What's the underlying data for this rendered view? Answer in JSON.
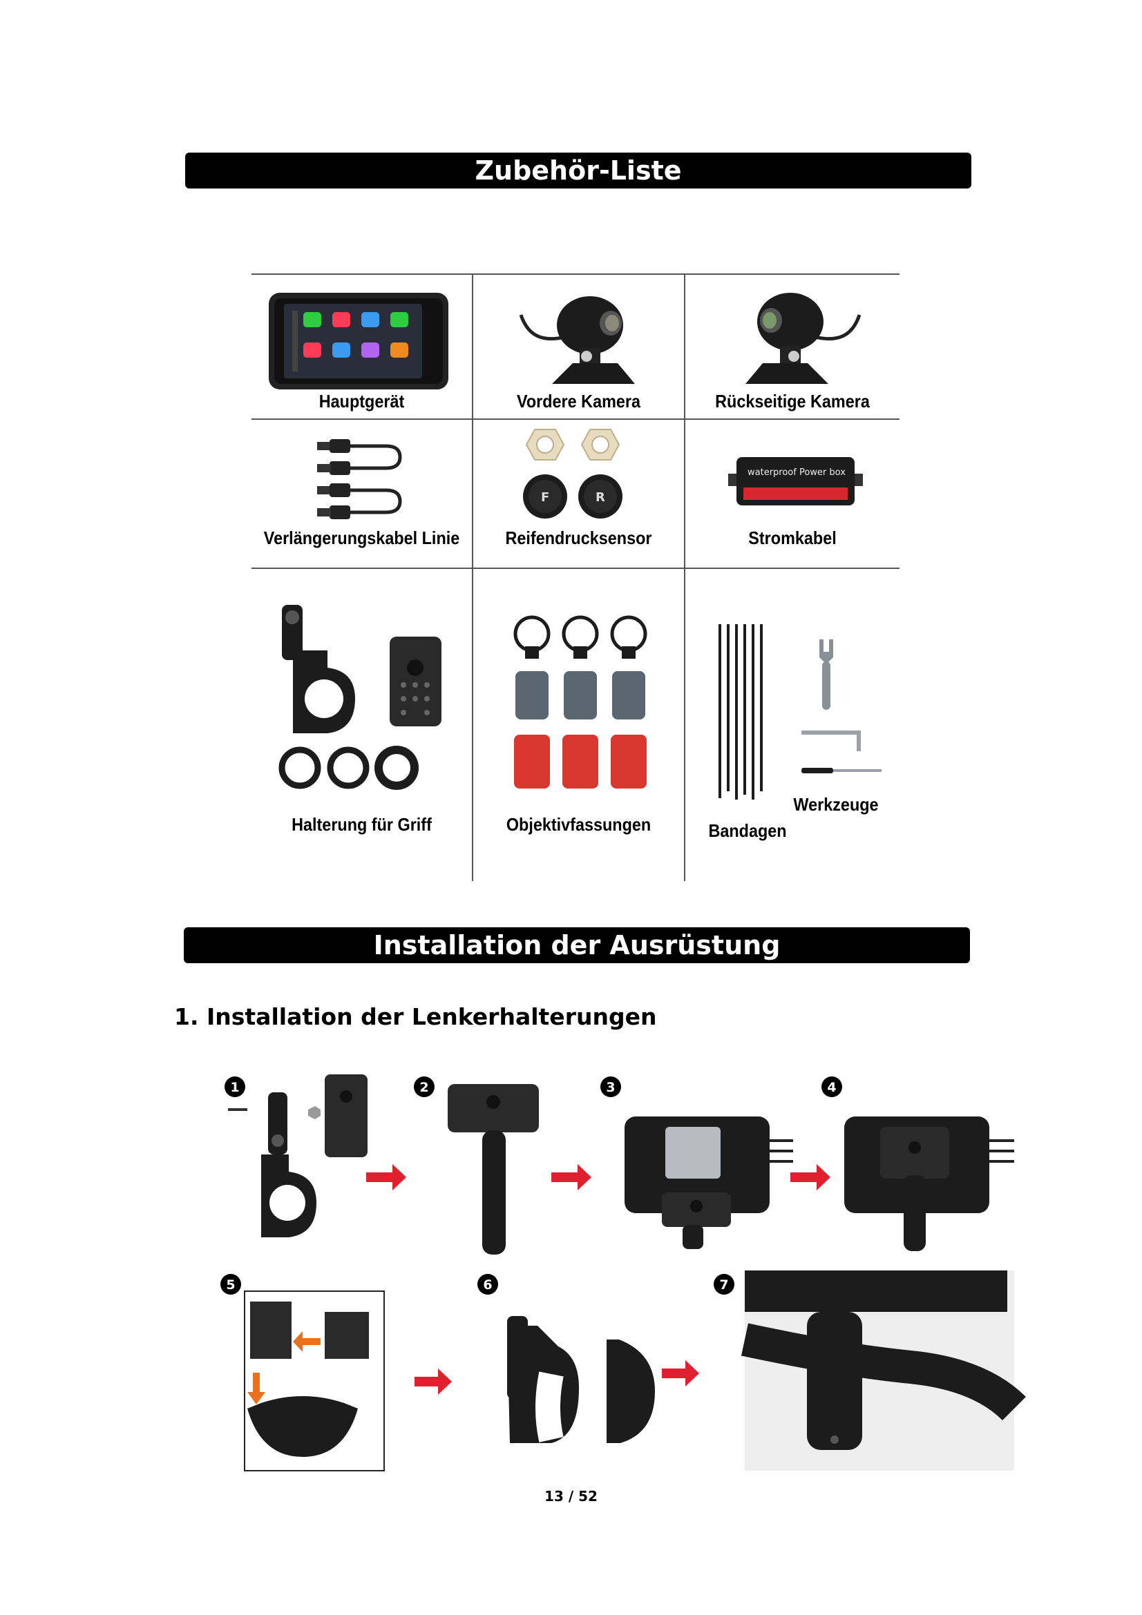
{
  "headings": {
    "accessories": "Zubehör-Liste",
    "installation": "Installation der Ausrüstung",
    "section1": "1. Installation der Lenkerhalterungen"
  },
  "accessories": {
    "main_unit": "Hauptgerät",
    "front_camera": "Vordere Kamera",
    "rear_camera": "Rückseitige Kamera",
    "extension_cable": "Verlängerungskabel Linie",
    "tire_sensor": "Reifendrucksensor",
    "power_cable": "Stromkabel",
    "handlebar_mount": "Halterung für Griff",
    "lens_mounts": "Objektivfassungen",
    "cable_ties": "Bandagen",
    "tools": "Werkzeuge"
  },
  "product_print": {
    "power_box": "waterproof Power box",
    "sensor_front": "F",
    "sensor_rear": "R"
  },
  "steps": [
    "1",
    "2",
    "3",
    "4",
    "5",
    "6",
    "7"
  ],
  "colors": {
    "arrow_red": "#e0202e",
    "arrow_orange": "#e8701e",
    "product_dark": "#1c1c1c"
  },
  "footer": {
    "page": "13 / 52"
  }
}
